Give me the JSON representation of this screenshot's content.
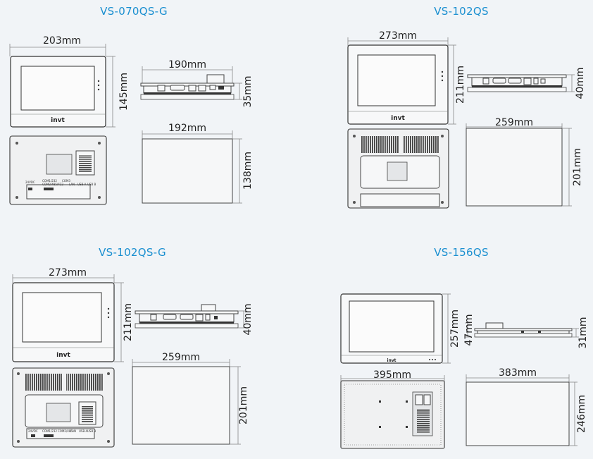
{
  "panels": [
    {
      "title": "VS-070QS-G",
      "front_width": "203mm",
      "front_height": "145mm",
      "side_length": "190mm",
      "side_depth": "35mm",
      "cutout_width": "192mm",
      "cutout_height": "138mm",
      "logo": "invt",
      "back_labels": [
        "24VDC",
        "COM1/232",
        "COM2/485/422",
        "COM3",
        "LAN",
        "USB-A",
        "USB B"
      ]
    },
    {
      "title": "VS-102QS",
      "front_width": "273mm",
      "front_height": "211mm",
      "side_depth": "40mm",
      "cutout_width": "259mm",
      "cutout_height": "201mm",
      "logo": "invt"
    },
    {
      "title": "VS-102QS-G",
      "front_width": "273mm",
      "front_height": "211mm",
      "side_depth": "40mm",
      "cutout_width": "259mm",
      "cutout_height": "201mm",
      "logo": "invt",
      "back_labels": [
        "24VDC",
        "COM1/232",
        "COM2/485",
        "LAN",
        "USB-A",
        "USB B"
      ]
    },
    {
      "title": "VS-156QS",
      "front_height": "257mm",
      "side_length": "47mm",
      "side_depth": "31mm",
      "back_width": "395mm",
      "cutout_width": "383mm",
      "cutout_height": "246mm",
      "logo": "invt"
    }
  ]
}
